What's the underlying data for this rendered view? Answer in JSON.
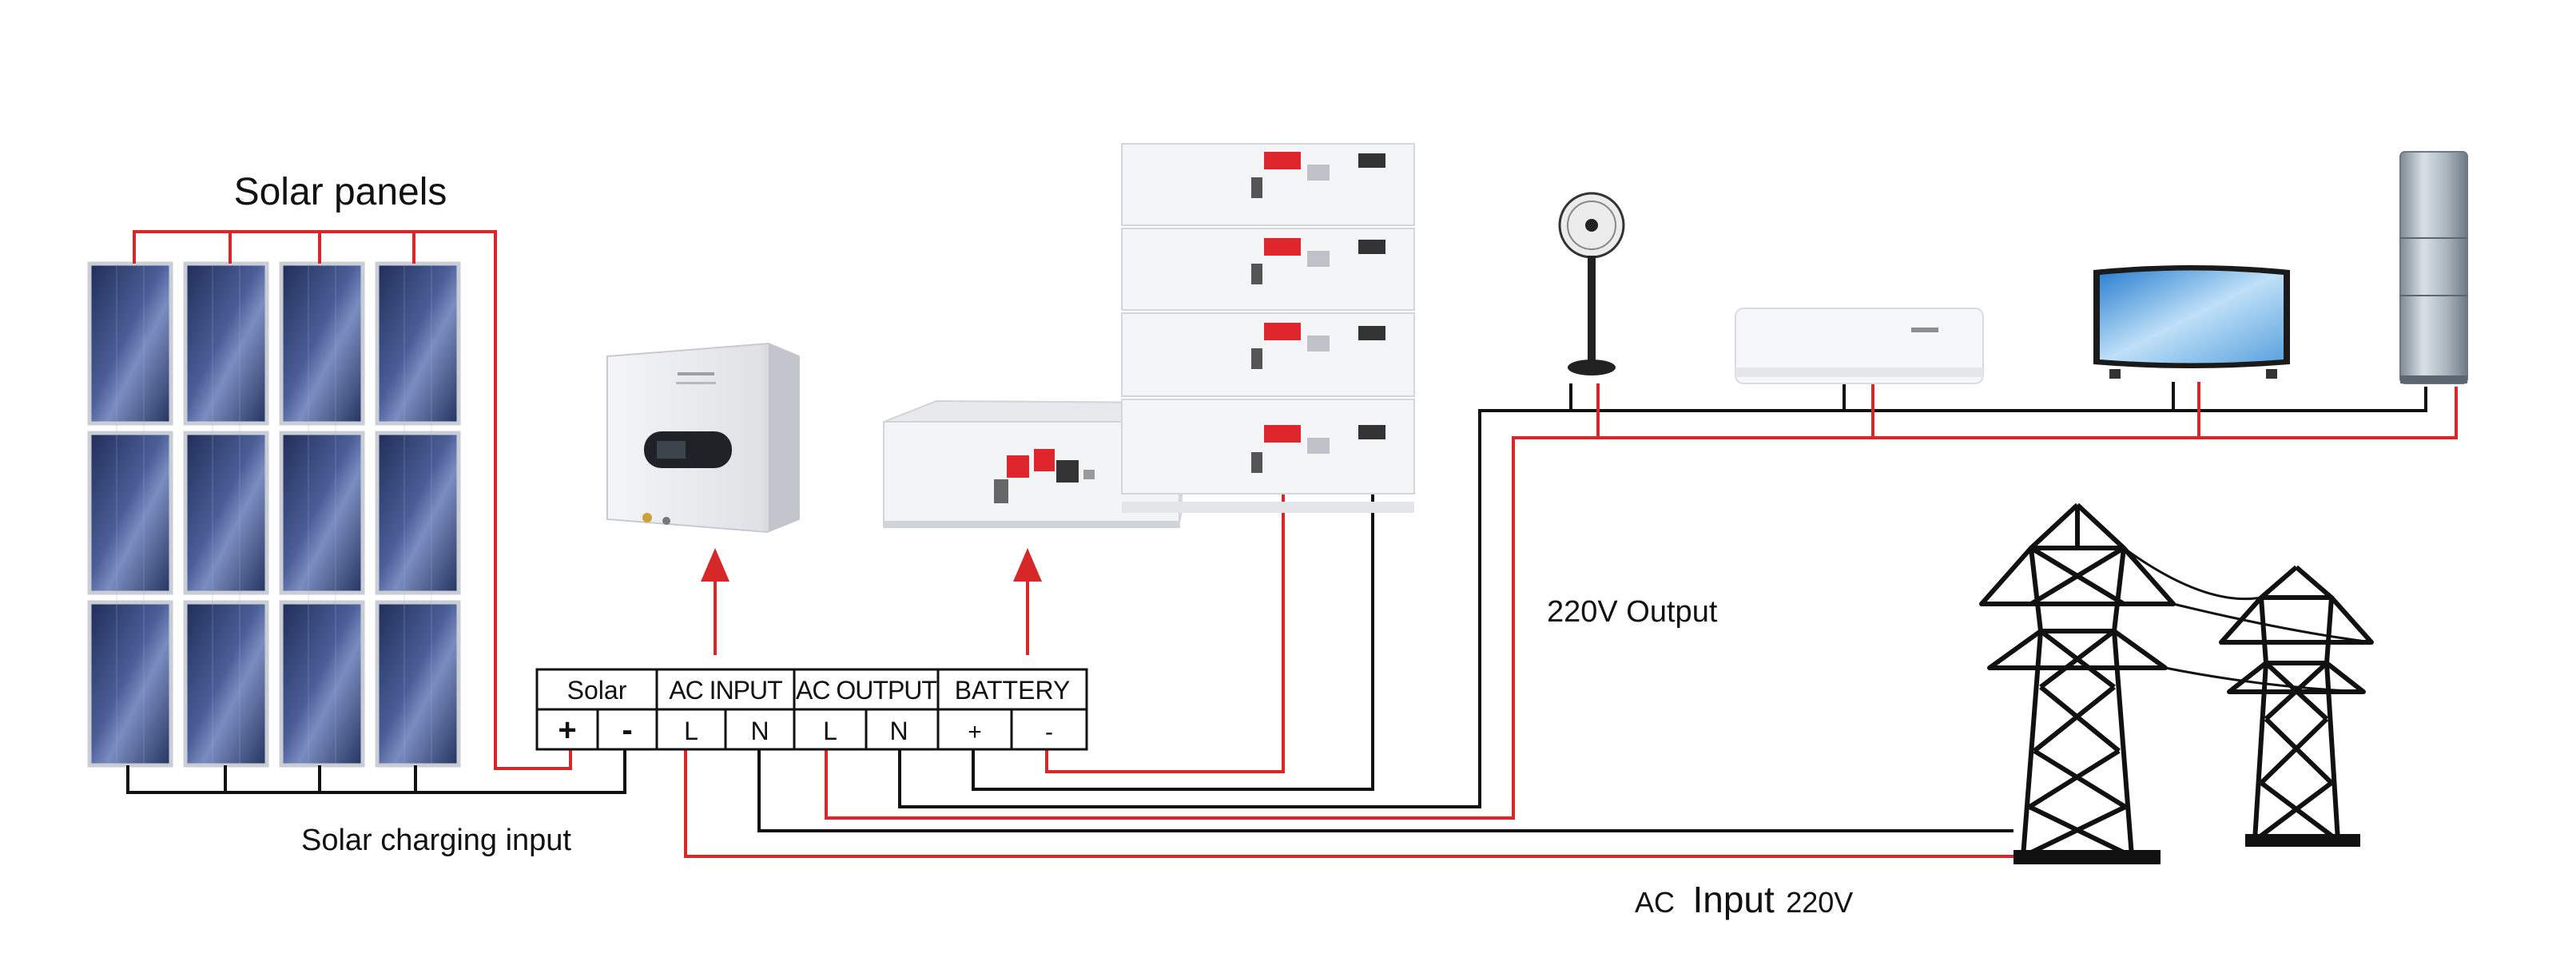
{
  "labels": {
    "solar_panels": "Solar panels",
    "solar_charging_input": "Solar charging input",
    "output_220v": "220V Output",
    "ac_input_prefix": "AC",
    "ac_input_main": "Input",
    "ac_input_suffix": "220V"
  },
  "terminal_block": {
    "groups": [
      {
        "name": "Solar",
        "terminals": [
          "+",
          "-"
        ]
      },
      {
        "name": "AC INPUT",
        "terminals": [
          "L",
          "N"
        ]
      },
      {
        "name": "AC OUTPUT",
        "terminals": [
          "L",
          "N"
        ]
      },
      {
        "name": "BATTERY",
        "terminals": [
          "+",
          "-"
        ]
      }
    ]
  },
  "colors": {
    "live_wire": "#d62828",
    "neutral_wire": "#111111",
    "arrow": "#d62828",
    "panel_frame": "#c9ced6",
    "panel_cell": "#2a3a66",
    "battery_terminal": "#e0262d"
  }
}
